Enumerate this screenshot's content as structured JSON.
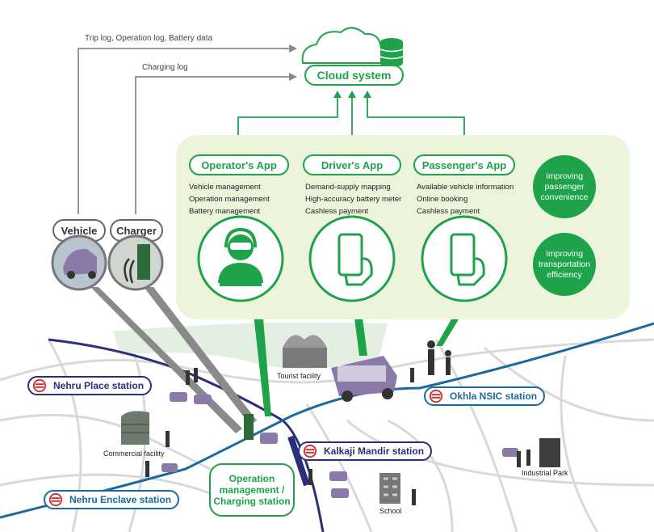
{
  "flow_labels": {
    "logs_top": "Trip log, Operation log, Battery data",
    "logs_charging": "Charging log"
  },
  "cloud": {
    "label": "Cloud system"
  },
  "apps": [
    {
      "title": "Operator's App",
      "features": [
        "Vehicle management",
        "Operation management",
        "Battery management"
      ]
    },
    {
      "title": "Driver's App",
      "features": [
        "Demand-supply mapping",
        "High-accuracy battery meter",
        "Cashless payment"
      ]
    },
    {
      "title": "Passenger's App",
      "features": [
        "Available vehicle information",
        "Online booking",
        "Cashless payment"
      ]
    }
  ],
  "benefits": {
    "convenience": "Improving passenger convenience",
    "efficiency": "Improving transportation efficiency"
  },
  "devices": {
    "vehicle": "Vehicle",
    "charger": "Charger"
  },
  "stations": {
    "nehru_place": "Nehru Place station",
    "okhla": "Okhla NSIC station",
    "kalkaji": "Kalkaji Mandir station",
    "nehru_enclave": "Nehru Enclave station"
  },
  "hub": {
    "label": "Operation management / Charging station"
  },
  "places": {
    "tourist": "Tourist facility",
    "commercial": "Commercial facility",
    "industrial": "Industrial Park",
    "school": "School"
  },
  "colors": {
    "green": "#1fa34a",
    "panel": "#ecf4dc",
    "metro_blue": "#1a6aa0",
    "metro_navy": "#2b2f7a",
    "metro_red": "#d22b2b"
  },
  "icons": [
    "cloud-database-icon",
    "operator-headset-icon",
    "smartphone-hand-icon",
    "metro-logo-icon",
    "tuk-tuk-icon"
  ]
}
